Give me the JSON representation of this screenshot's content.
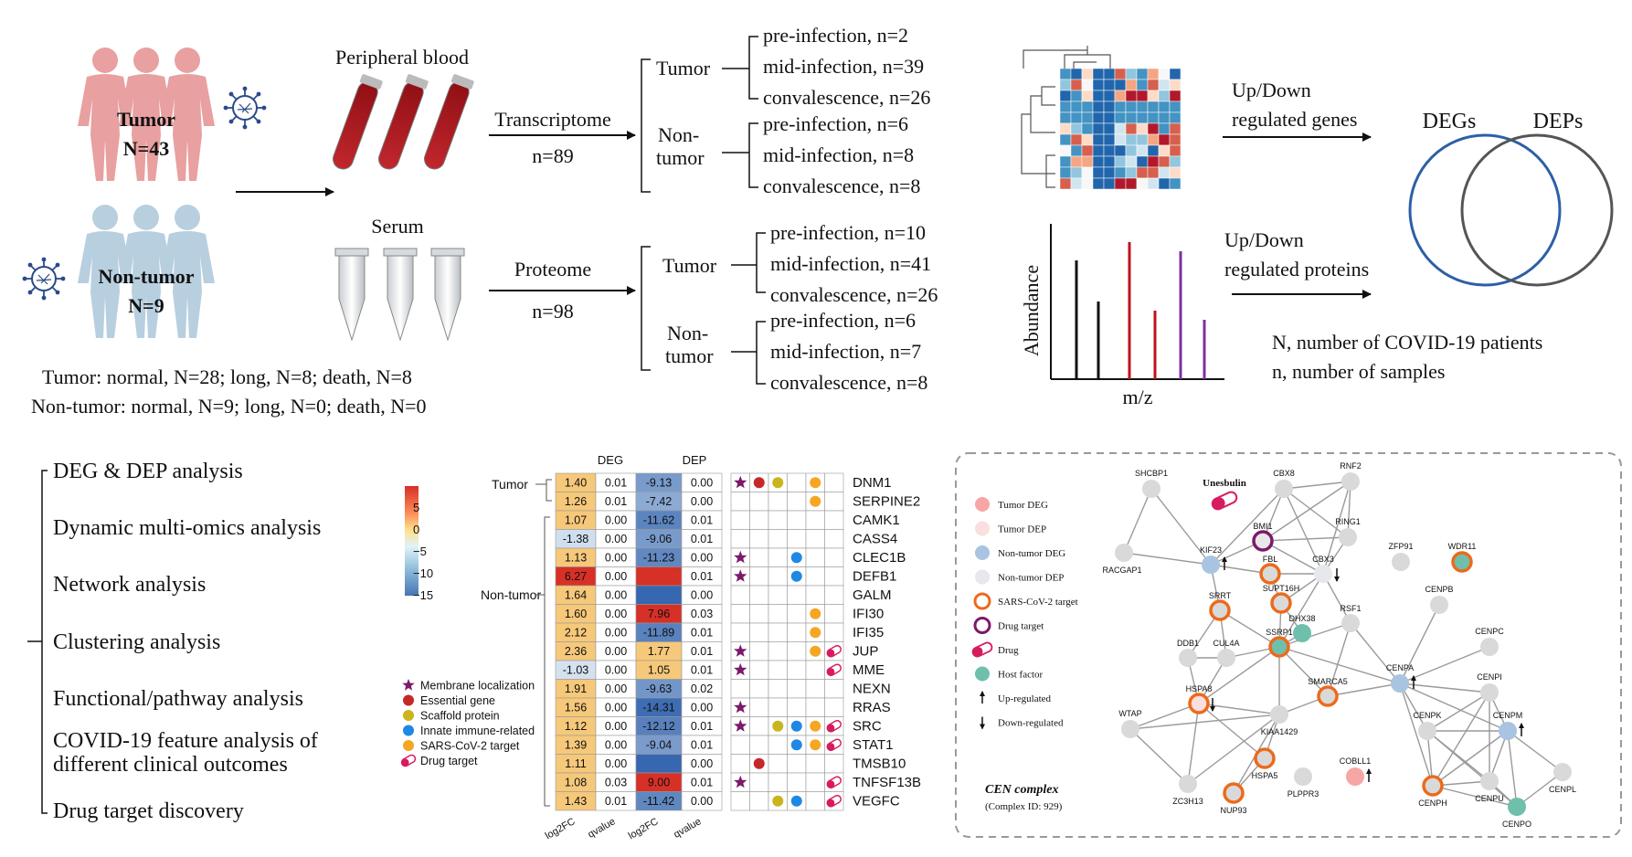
{
  "colors": {
    "tumor_person": "#e8a0a0",
    "nontumor_person": "#b8cfe0",
    "blood": "#b01c1c",
    "virus": "#2a4a8a",
    "venn_degs": "#2c5fa8",
    "venn_deps": "#555555",
    "ms_black": "#111111",
    "ms_red": "#c0121c",
    "ms_purple": "#7a32a0",
    "heat_pos": "#d73027",
    "heat_mid": "#fee08b",
    "heat_neg": "#4575b4",
    "star": "#7b1a6b",
    "essential": "#c62828",
    "scaffold": "#c9b51c",
    "innate": "#1e88e5",
    "sars": "#f5a623",
    "drug": "#d81b60",
    "net_tumor_deg": "#f7a6a6",
    "net_tumor_dep": "#fbdede",
    "net_nontumor_deg": "#a9c4e0",
    "net_nontumor_dep": "#e6e8ec",
    "net_sars_ring": "#ec6a1c",
    "net_drug_ring": "#7b1a6b",
    "net_host": "#6fbfad",
    "net_gray": "#d9d9d9"
  },
  "cohort": {
    "tumor_label": "Tumor",
    "tumor_n": "N=43",
    "nontumor_label": "Non-tumor",
    "nontumor_n": "N=9",
    "peripheral_blood": "Peripheral blood",
    "serum": "Serum",
    "outcome_tumor": "Tumor: normal, N=28; long, N=8;  death, N=8",
    "outcome_nontumor": "Non-tumor: normal, N=9; long, N=0; death, N=0"
  },
  "transcriptome": {
    "label": "Transcriptome",
    "n": "n=89",
    "tumor": "Tumor",
    "nontumor_line1": "Non-",
    "nontumor_line2": "tumor",
    "tumor_groups": [
      "pre-infection, n=2",
      "mid-infection, n=39",
      "convalescence, n=26"
    ],
    "nontumor_groups": [
      "pre-infection, n=6",
      "mid-infection, n=8",
      "convalescence, n=8"
    ]
  },
  "proteome": {
    "label": "Proteome",
    "n": "n=98",
    "tumor": "Tumor",
    "nontumor_line1": "Non-",
    "nontumor_line2": "tumor",
    "tumor_groups": [
      "pre-infection, n=10",
      "mid-infection, n=41",
      "convalescence, n=26"
    ],
    "nontumor_groups": [
      "pre-infection, n=6",
      "mid-infection, n=7",
      "convalescence, n=8"
    ]
  },
  "results": {
    "genes_line1": "Up/Down",
    "genes_line2": "regulated genes",
    "proteins_line1": "Up/Down",
    "proteins_line2": "regulated proteins",
    "degs": "DEGs",
    "deps": "DEPs",
    "abundance": "Abundance",
    "mz": "m/z",
    "note_N": "N, number of COVID-19 patients",
    "note_n": "n, number of samples"
  },
  "analyses": [
    "DEG & DEP analysis",
    "Dynamic multi-omics analysis",
    "Network analysis",
    "Clustering analysis",
    "Functional/pathway analysis",
    "COVID-19 feature analysis of",
    "different clinical outcomes",
    "Drug target discovery"
  ],
  "heatmap": {
    "deg_header": "DEG",
    "dep_header": "DEP",
    "tumor_label": "Tumor",
    "nontumor_label": "Non-tumor",
    "col_labels": [
      "log2FC",
      "qvalue",
      "log2FC",
      "qvalue"
    ],
    "scale_ticks": [
      "5",
      "0",
      "−5",
      "−10",
      "−15"
    ],
    "legend": [
      {
        "key": "star",
        "label": "Membrane localization"
      },
      {
        "key": "essential",
        "label": "Essential gene"
      },
      {
        "key": "scaffold",
        "label": "Scaffold protein"
      },
      {
        "key": "innate",
        "label": "Innate immune-related"
      },
      {
        "key": "sars",
        "label": "SARS-CoV-2 target"
      },
      {
        "key": "drug",
        "label": "Drug target"
      }
    ],
    "rows": [
      {
        "gene": "DNM1",
        "deg_fc": "1.40",
        "deg_q": "0.01",
        "dep_fc": "-9.13",
        "dep_q": "0.00",
        "deg_v": 1.4,
        "dep_v": -9.13,
        "m": [
          "star",
          "essential",
          "scaffold",
          "",
          "sars",
          ""
        ]
      },
      {
        "gene": "SERPINE2",
        "deg_fc": "1.26",
        "deg_q": "0.01",
        "dep_fc": "-7.42",
        "dep_q": "0.00",
        "deg_v": 1.26,
        "dep_v": -7.42,
        "m": [
          "",
          "",
          "",
          "",
          "sars",
          ""
        ]
      },
      {
        "gene": "CAMK1",
        "deg_fc": "1.07",
        "deg_q": "0.00",
        "dep_fc": "-11.62",
        "dep_q": "0.01",
        "deg_v": 1.07,
        "dep_v": -11.62,
        "m": [
          "",
          "",
          "",
          "",
          "",
          ""
        ]
      },
      {
        "gene": "CASS4",
        "deg_fc": "-1.38",
        "deg_q": "0.00",
        "dep_fc": "-9.06",
        "dep_q": "0.01",
        "deg_v": -1.38,
        "dep_v": -9.06,
        "m": [
          "",
          "",
          "",
          "",
          "",
          ""
        ]
      },
      {
        "gene": "CLEC1B",
        "deg_fc": "1.13",
        "deg_q": "0.00",
        "dep_fc": "-11.23",
        "dep_q": "0.00",
        "deg_v": 1.13,
        "dep_v": -11.23,
        "m": [
          "star",
          "",
          "",
          "innate",
          "",
          ""
        ]
      },
      {
        "gene": "DEFB1",
        "deg_fc": "6.27",
        "deg_q": "0.00",
        "dep_fc": "",
        "dep_q": "0.01",
        "deg_v": 6.27,
        "dep_v": 6.0,
        "m": [
          "star",
          "",
          "",
          "innate",
          "",
          ""
        ]
      },
      {
        "gene": "GALM",
        "deg_fc": "1.64",
        "deg_q": "0.00",
        "dep_fc": "",
        "dep_q": "0.00",
        "deg_v": 1.64,
        "dep_v": -15.0,
        "m": [
          "",
          "",
          "",
          "",
          "",
          ""
        ]
      },
      {
        "gene": "IFI30",
        "deg_fc": "1.60",
        "deg_q": "0.00",
        "dep_fc": "7.96",
        "dep_q": "0.03",
        "deg_v": 1.6,
        "dep_v": 7.96,
        "m": [
          "",
          "",
          "",
          "",
          "sars",
          ""
        ]
      },
      {
        "gene": "IFI35",
        "deg_fc": "2.12",
        "deg_q": "0.00",
        "dep_fc": "-11.89",
        "dep_q": "0.01",
        "deg_v": 2.12,
        "dep_v": -11.89,
        "m": [
          "",
          "",
          "",
          "",
          "sars",
          ""
        ]
      },
      {
        "gene": "JUP",
        "deg_fc": "2.36",
        "deg_q": "0.00",
        "dep_fc": "1.77",
        "dep_q": "0.01",
        "deg_v": 2.36,
        "dep_v": 1.77,
        "m": [
          "star",
          "",
          "",
          "",
          "sars",
          "drug"
        ]
      },
      {
        "gene": "MME",
        "deg_fc": "-1.03",
        "deg_q": "0.00",
        "dep_fc": "1.05",
        "dep_q": "0.01",
        "deg_v": -1.03,
        "dep_v": 1.05,
        "m": [
          "star",
          "",
          "",
          "",
          "",
          "drug"
        ]
      },
      {
        "gene": "NEXN",
        "deg_fc": "1.91",
        "deg_q": "0.00",
        "dep_fc": "-9.63",
        "dep_q": "0.02",
        "deg_v": 1.91,
        "dep_v": -9.63,
        "m": [
          "",
          "",
          "",
          "",
          "",
          ""
        ]
      },
      {
        "gene": "RRAS",
        "deg_fc": "1.56",
        "deg_q": "0.00",
        "dep_fc": "-14.31",
        "dep_q": "0.00",
        "deg_v": 1.56,
        "dep_v": -14.31,
        "m": [
          "star",
          "",
          "",
          "",
          "",
          ""
        ]
      },
      {
        "gene": "SRC",
        "deg_fc": "1.12",
        "deg_q": "0.00",
        "dep_fc": "-12.12",
        "dep_q": "0.01",
        "deg_v": 1.12,
        "dep_v": -12.12,
        "m": [
          "star",
          "",
          "scaffold",
          "innate",
          "sars",
          "drug"
        ]
      },
      {
        "gene": "STAT1",
        "deg_fc": "1.39",
        "deg_q": "0.00",
        "dep_fc": "-9.04",
        "dep_q": "0.01",
        "deg_v": 1.39,
        "dep_v": -9.04,
        "m": [
          "",
          "",
          "",
          "innate",
          "sars",
          "drug"
        ]
      },
      {
        "gene": "TMSB10",
        "deg_fc": "1.11",
        "deg_q": "0.00",
        "dep_fc": "",
        "dep_q": "0.00",
        "deg_v": 1.11,
        "dep_v": -15.0,
        "m": [
          "",
          "essential",
          "",
          "",
          "",
          ""
        ]
      },
      {
        "gene": "TNFSF13B",
        "deg_fc": "1.08",
        "deg_q": "0.03",
        "dep_fc": "9.00",
        "dep_q": "0.01",
        "deg_v": 1.08,
        "dep_v": 9.0,
        "m": [
          "star",
          "",
          "",
          "",
          "",
          "drug"
        ]
      },
      {
        "gene": "VEGFC",
        "deg_fc": "1.43",
        "deg_q": "0.01",
        "dep_fc": "-11.42",
        "dep_q": "0.00",
        "deg_v": 1.43,
        "dep_v": -11.42,
        "m": [
          "",
          "",
          "scaffold",
          "innate",
          "",
          "drug"
        ]
      }
    ]
  },
  "network": {
    "legend": [
      {
        "key": "tumor_deg",
        "label": "Tumor DEG"
      },
      {
        "key": "tumor_dep",
        "label": "Tumor DEP"
      },
      {
        "key": "nontumor_deg",
        "label": "Non-tumor DEG"
      },
      {
        "key": "nontumor_dep",
        "label": "Non-tumor DEP"
      },
      {
        "key": "sars",
        "label": "SARS-CoV-2 target"
      },
      {
        "key": "drugtarget",
        "label": "Drug target"
      },
      {
        "key": "drug",
        "label": "Drug"
      },
      {
        "key": "host",
        "label": "Host factor"
      },
      {
        "key": "up",
        "label": "Up-regulated"
      },
      {
        "key": "down",
        "label": "Down-regulated"
      }
    ],
    "complex_title": "CEN complex",
    "complex_id": "(Complex ID: 929)",
    "nodes": [
      {
        "id": "SHCBP1",
        "label": "SHCBP1",
        "t": "gray"
      },
      {
        "id": "Unesbulin",
        "label": "Unesbulin",
        "t": "drug"
      },
      {
        "id": "CBX8",
        "label": "CBX8",
        "t": "gray"
      },
      {
        "id": "RNF2",
        "label": "RNF2",
        "t": "gray"
      },
      {
        "id": "RING1",
        "label": "RING1",
        "t": "gray"
      },
      {
        "id": "BMI1",
        "label": "BMI1",
        "t": "drugtarget"
      },
      {
        "id": "KIF23",
        "label": "KIF23",
        "t": "nontumor_deg",
        "arrow": "up"
      },
      {
        "id": "RACGAP1",
        "label": "RACGAP1",
        "t": "gray"
      },
      {
        "id": "FBL",
        "label": "FBL",
        "t": "gray_sars"
      },
      {
        "id": "CBX3",
        "label": "CBX3",
        "t": "nontumor_dep",
        "arrow": "down"
      },
      {
        "id": "ZFP91",
        "label": "ZFP91",
        "t": "gray"
      },
      {
        "id": "WDR11",
        "label": "WDR11",
        "t": "host_sars"
      },
      {
        "id": "SRRT",
        "label": "SRRT",
        "t": "gray_sars"
      },
      {
        "id": "SUPT16H",
        "label": "SUPT16H",
        "t": "gray_sars"
      },
      {
        "id": "CENPB",
        "label": "CENPB",
        "t": "gray"
      },
      {
        "id": "DDB1",
        "label": "DDB1",
        "t": "gray"
      },
      {
        "id": "DHX38",
        "label": "DHX38",
        "t": "host"
      },
      {
        "id": "RSF1",
        "label": "RSF1",
        "t": "gray"
      },
      {
        "id": "CUL4A",
        "label": "CUL4A",
        "t": "gray"
      },
      {
        "id": "SSRP1",
        "label": "SSRP1",
        "t": "host_sars"
      },
      {
        "id": "CENPC",
        "label": "CENPC",
        "t": "gray"
      },
      {
        "id": "CENPA",
        "label": "CENPA",
        "t": "nontumor_deg",
        "arrow": "up"
      },
      {
        "id": "HSPA8",
        "label": "HSPA8",
        "t": "tumordep_sars",
        "arrow": "down"
      },
      {
        "id": "CENPI",
        "label": "CENPI",
        "t": "gray"
      },
      {
        "id": "WTAP",
        "label": "WTAP",
        "t": "gray"
      },
      {
        "id": "SMARCA5",
        "label": "SMARCA5",
        "t": "gray_sars"
      },
      {
        "id": "KIAA1429",
        "label": "KIAA1429",
        "t": "gray"
      },
      {
        "id": "CENPK",
        "label": "CENPK",
        "t": "gray"
      },
      {
        "id": "CENPM",
        "label": "CENPM",
        "t": "nontumor_deg",
        "arrow": "up"
      },
      {
        "id": "HSPA5",
        "label": "HSPA5",
        "t": "gray_sars"
      },
      {
        "id": "PLPPR3",
        "label": "PLPPR3",
        "t": "gray"
      },
      {
        "id": "COBLL1",
        "label": "COBLL1",
        "t": "tumor_deg",
        "arrow": "up"
      },
      {
        "id": "CENPL",
        "label": "CENPL",
        "t": "gray"
      },
      {
        "id": "ZC3H13",
        "label": "ZC3H13",
        "t": "gray"
      },
      {
        "id": "NUP93",
        "label": "NUP93",
        "t": "gray_sars"
      },
      {
        "id": "CENPH",
        "label": "CENPH",
        "t": "gray_sars"
      },
      {
        "id": "CENPU",
        "label": "CENPU",
        "t": "gray"
      },
      {
        "id": "CENPO",
        "label": "CENPO",
        "t": "host"
      }
    ]
  }
}
